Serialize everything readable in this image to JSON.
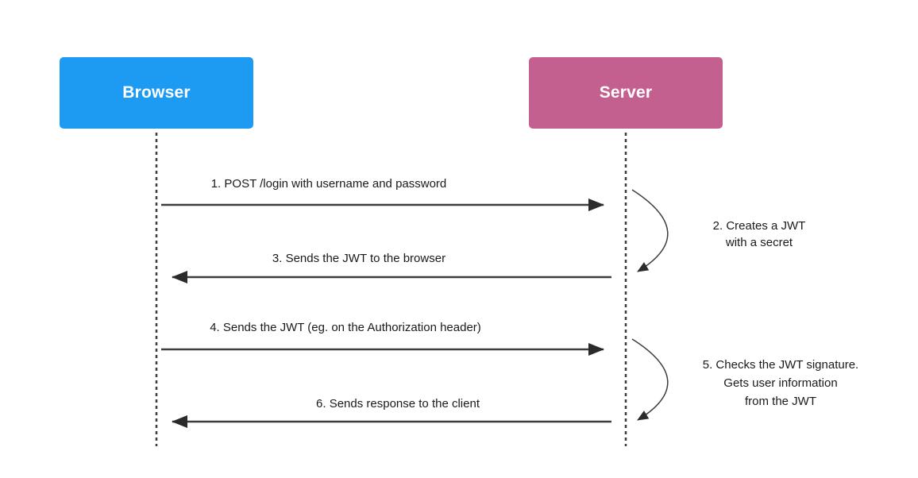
{
  "diagram": {
    "type": "sequence-diagram",
    "background": "#ffffff",
    "line_color": "#3d3d3d",
    "actors": [
      {
        "id": "browser",
        "label": "Browser",
        "color": "#1d9bf2",
        "text_color": "#ffffff"
      },
      {
        "id": "server",
        "label": "Server",
        "color": "#c4608f",
        "text_color": "#ffffff"
      }
    ],
    "messages": [
      {
        "label": "1. POST /login with username and password",
        "from": "browser",
        "to": "server",
        "type": "message-right"
      },
      {
        "lines": [
          "2. Creates a JWT",
          "with a secret"
        ],
        "from": "server",
        "to": "server",
        "type": "self-action"
      },
      {
        "label": "3. Sends the JWT to the browser",
        "from": "server",
        "to": "browser",
        "type": "message-left"
      },
      {
        "label": "4. Sends the JWT (eg. on the Authorization header)",
        "from": "browser",
        "to": "server",
        "type": "message-right"
      },
      {
        "lines": [
          "5. Checks the JWT signature.",
          "Gets user information",
          "from the JWT"
        ],
        "from": "server",
        "to": "server",
        "type": "self-action"
      },
      {
        "label": "6. Sends response to the client",
        "from": "server",
        "to": "browser",
        "type": "message-left"
      }
    ]
  }
}
